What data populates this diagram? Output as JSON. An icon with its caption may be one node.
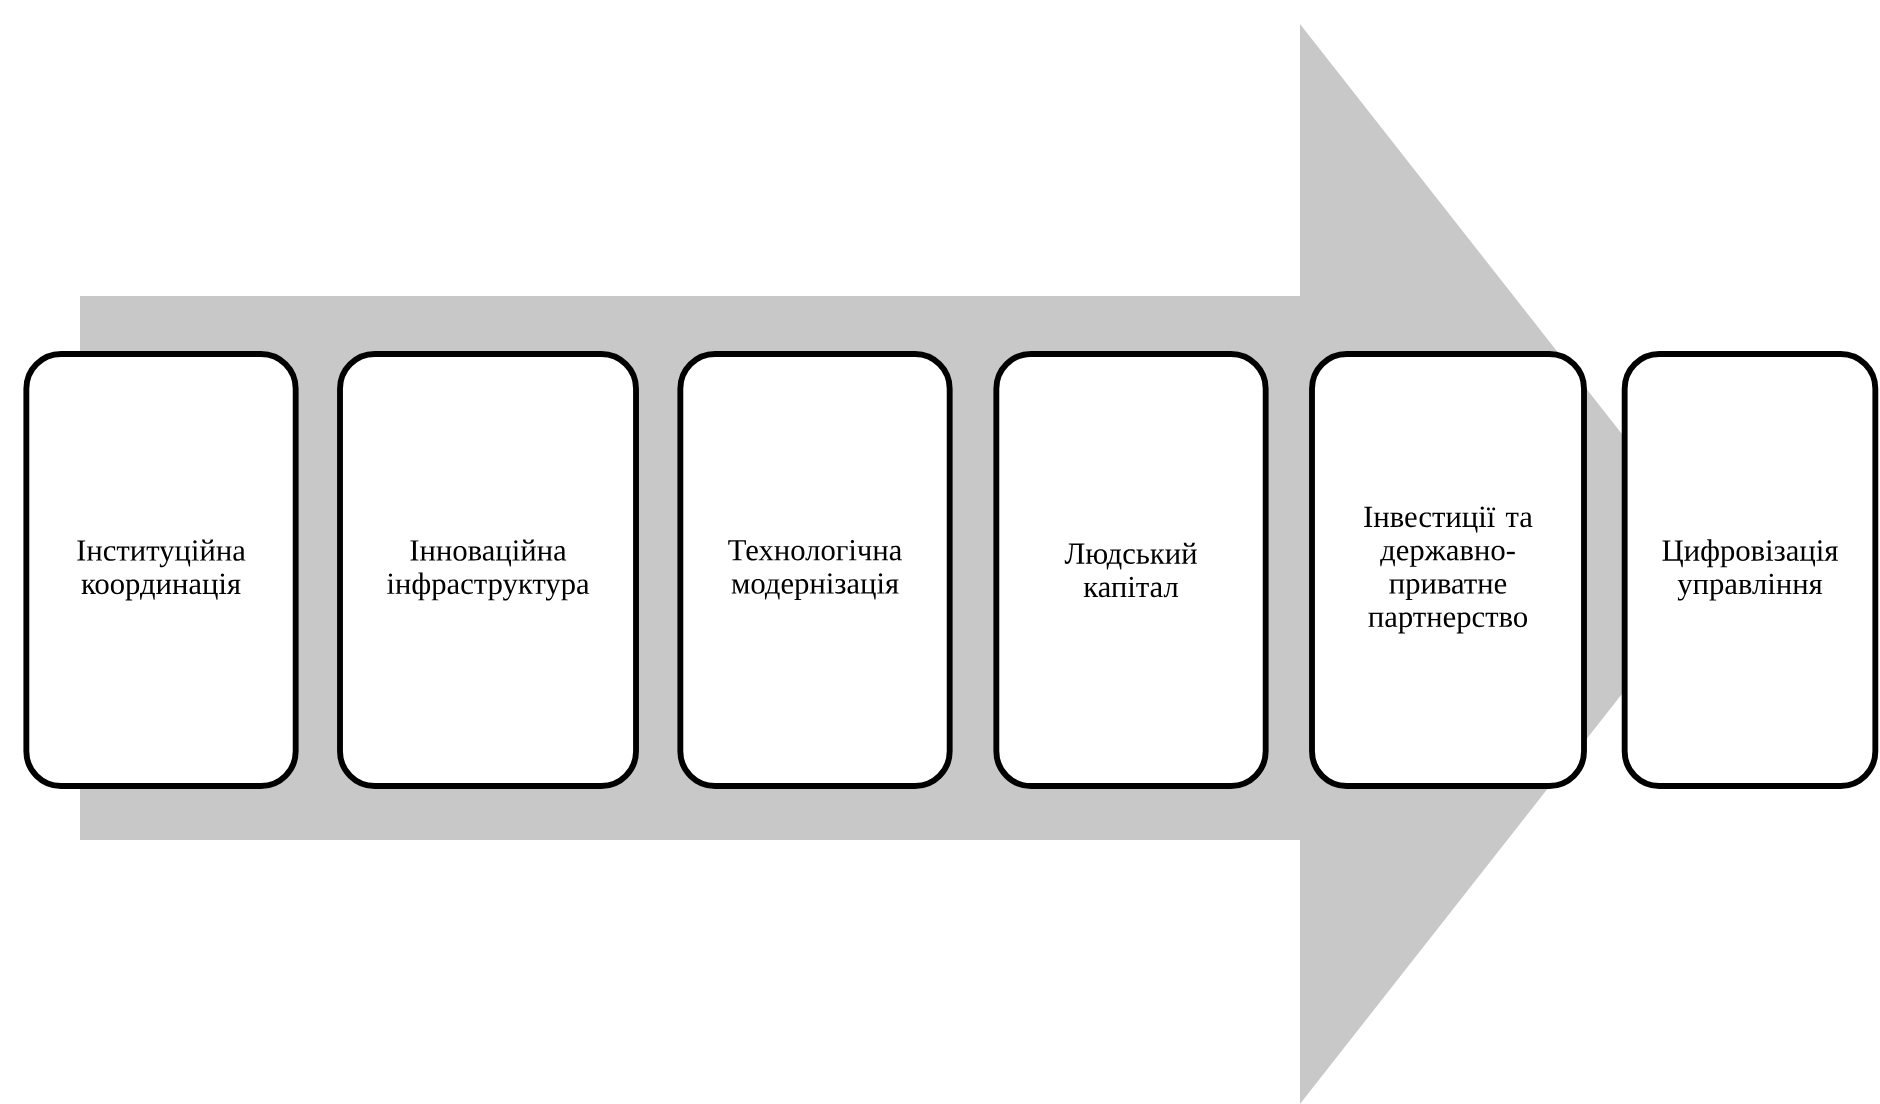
{
  "diagram": {
    "nodes": [
      {
        "text": [
          "Інституційна координація"
        ]
      },
      {
        "text": [
          "Інноваційна інфраструктура"
        ]
      },
      {
        "text": [
          "Технологічна модернізація"
        ]
      },
      {
        "text": [
          "Людський капітал"
        ]
      },
      {
        "text": [
          "Інвестиції та державно-приватне партнерство"
        ]
      },
      {
        "text": [
          "Цифровізація управління"
        ]
      }
    ],
    "edges": [
      {
        "from": 0,
        "to": 5,
        "arrow": "to"
      }
    ]
  }
}
